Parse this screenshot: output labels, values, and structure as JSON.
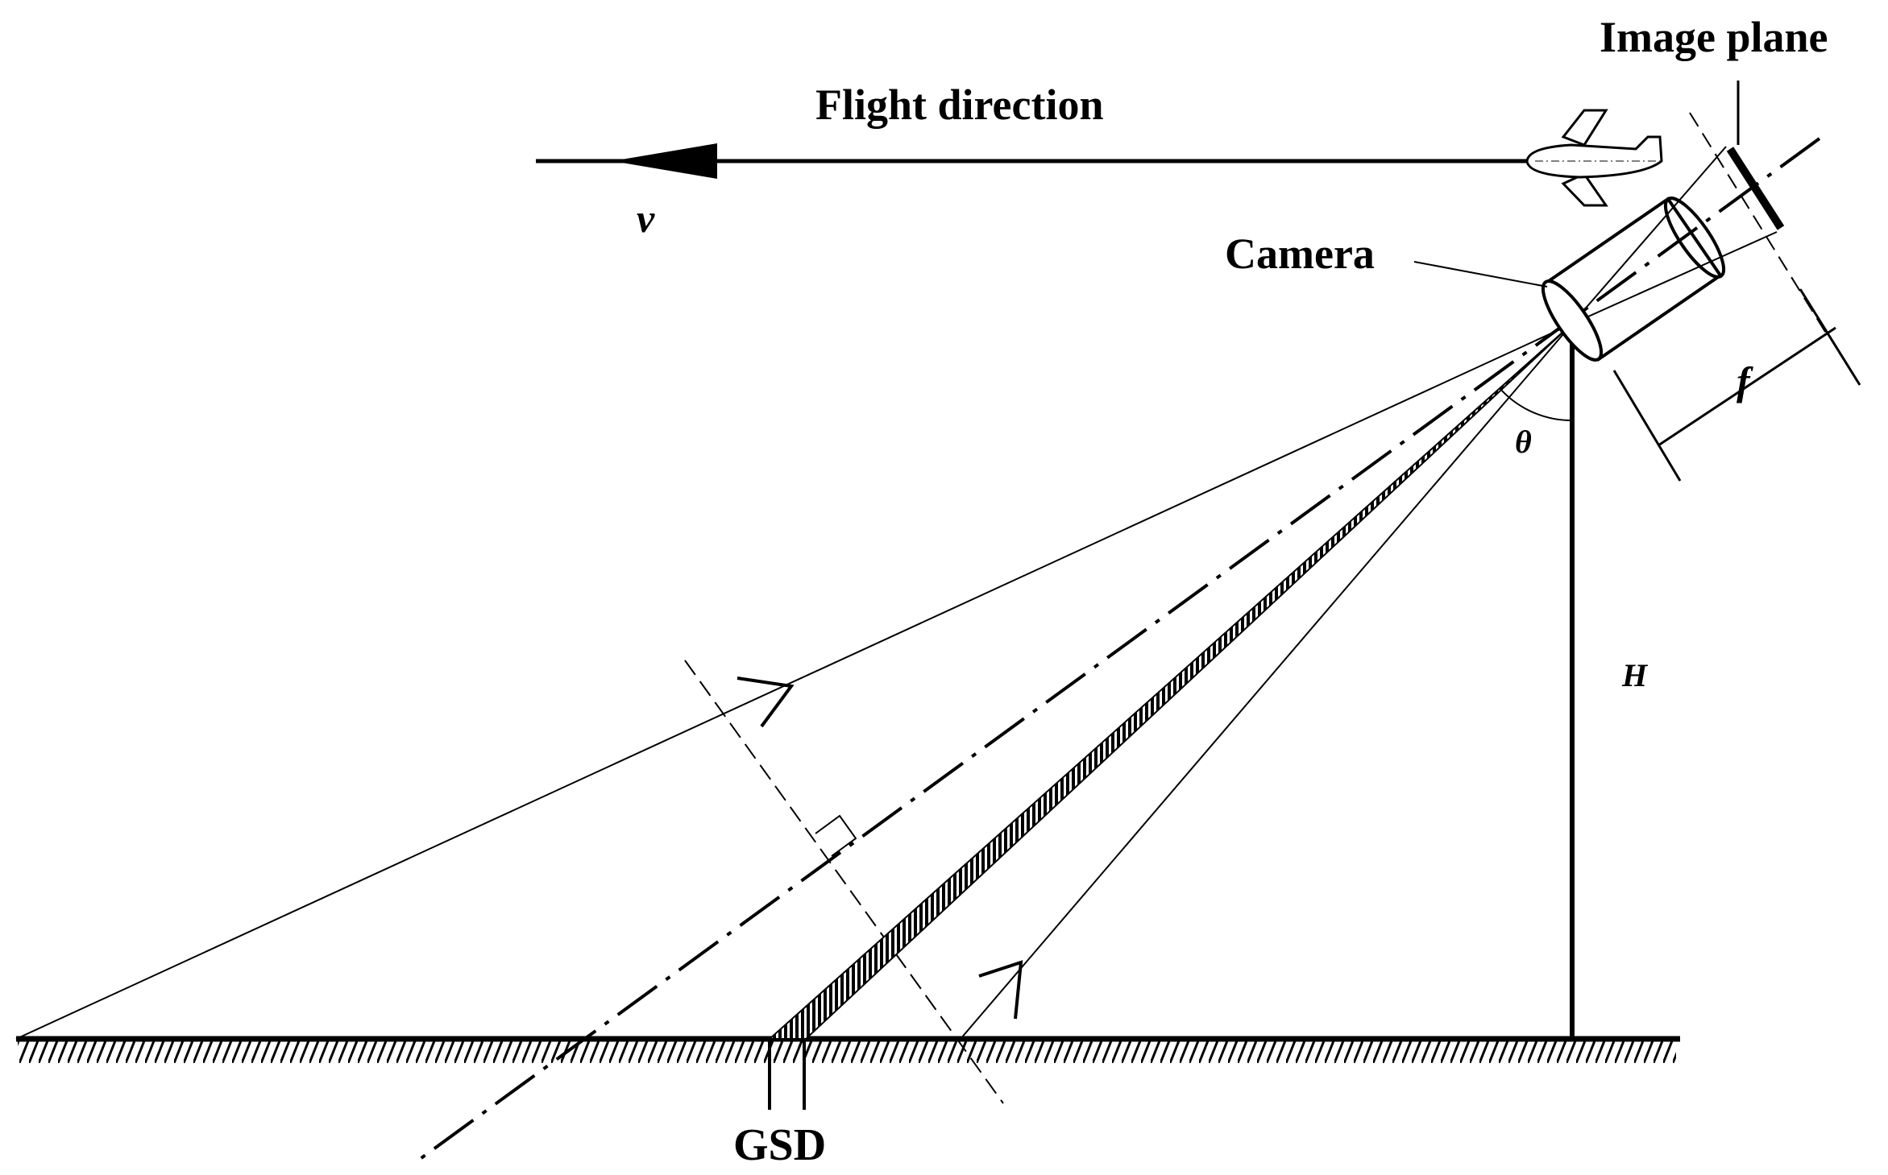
{
  "labels": {
    "image_plane": "Image plane",
    "flight_direction": "Flight direction",
    "velocity": "v",
    "camera": "Camera",
    "focal_length": "f",
    "tilt_angle": "θ",
    "height": "H",
    "gsd": "GSD"
  },
  "colors": {
    "ink": "#000000",
    "background": "#ffffff",
    "aircraft_fill": "#ffffff"
  },
  "icons": [
    "aircraft-icon",
    "camera-icon"
  ]
}
